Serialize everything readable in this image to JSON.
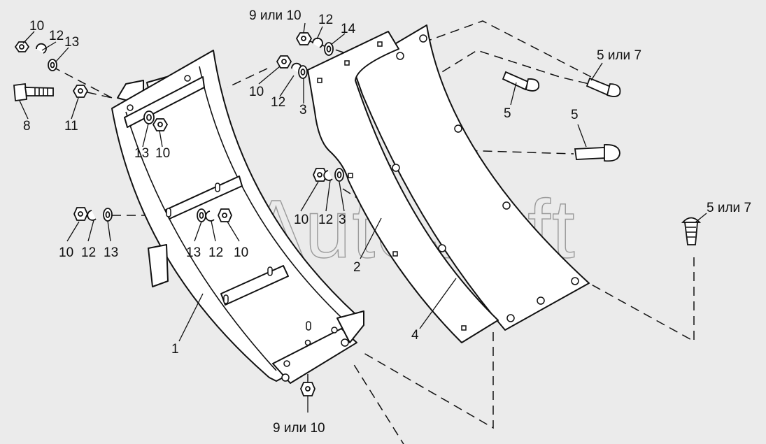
{
  "watermark": "AutoSoft",
  "labels": {
    "n10_tl": "10",
    "n12_tl": "12",
    "n13_tl": "13",
    "n8": "8",
    "n11": "11",
    "n9or10_top": "9 или 10",
    "n12_top": "12",
    "n14_top": "14",
    "n10_mid": "10",
    "n12_mid": "12",
    "n3_mid": "3",
    "n13_frame": "13",
    "n10_frame": "10",
    "n5or7_right": "5 или 7",
    "n5_a": "5",
    "n5_b": "5",
    "n10_l": "10",
    "n12_l": "12",
    "n13_l": "13",
    "n13_c": "13",
    "n12_c": "12",
    "n10_c": "10",
    "n10_r": "10",
    "n12_r": "12",
    "n3_r": "3",
    "n2": "2",
    "n5or7_far": "5 или 7",
    "n1": "1",
    "n4": "4",
    "n9or10_bottom": "9 или 10"
  },
  "parts": {
    "frame": "part-1",
    "plate_2": "part-2",
    "plate_4": "part-4",
    "bolt_5": "part-5",
    "bolt_8": "part-8",
    "nut_9_10": "part-9-10",
    "nut_11": "part-11",
    "washer_12": "part-12",
    "washer_13": "part-13",
    "washer_14": "part-14",
    "washer_3": "part-3"
  }
}
